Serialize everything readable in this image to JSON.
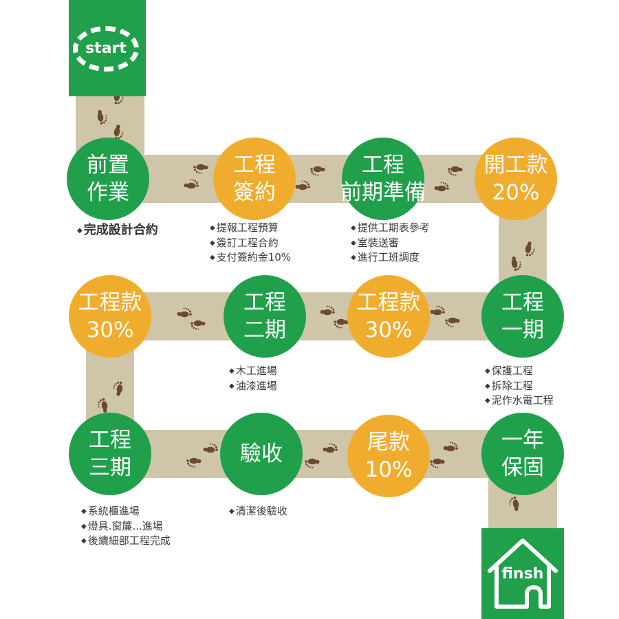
{
  "start": {
    "label": "start"
  },
  "finish": {
    "label": "finsh"
  },
  "nodes": {
    "n1": {
      "line1": "前置",
      "line2": "作業"
    },
    "n2": {
      "line1": "工程",
      "line2": "簽約"
    },
    "n3": {
      "line1": "工程",
      "line2": "前期準備"
    },
    "n4": {
      "line1": "開工款",
      "line2": "20%"
    },
    "n5": {
      "line1": "工程款",
      "line2": "30%"
    },
    "n6": {
      "line1": "工程",
      "line2": "二期"
    },
    "n7": {
      "line1": "工程款",
      "line2": "30%"
    },
    "n8": {
      "line1": "工程",
      "line2": "一期"
    },
    "n9": {
      "line1": "工程",
      "line2": "三期"
    },
    "n10": {
      "line1": "驗收"
    },
    "n11": {
      "line1": "尾款",
      "line2": "10%"
    },
    "n12": {
      "line1": "一年",
      "line2": "保固"
    }
  },
  "notes": {
    "n1": [
      "完成設計合約"
    ],
    "n2": [
      "提報工程預算",
      "簽訂工程合約",
      "支付簽約金10%"
    ],
    "n3": [
      "提供工期表參考",
      "室裝送審",
      "進行工班調度"
    ],
    "n6": [
      "木工進場",
      "油漆進場"
    ],
    "n8": [
      "保護工程",
      "拆除工程",
      "泥作水電工程"
    ],
    "n9": [
      "系統櫃進場",
      "燈具.窗簾...進場",
      "後續細部工程完成"
    ],
    "n10": [
      "清潔後驗收"
    ]
  },
  "colors": {
    "green": "#21a04c",
    "orange": "#f0ad2d",
    "path": "#cfc5a9",
    "footprint": "#6b4a2f"
  },
  "icons": {
    "start": "dashed-oval-icon",
    "finish": "house-icon",
    "steps": "footprint-icon"
  }
}
